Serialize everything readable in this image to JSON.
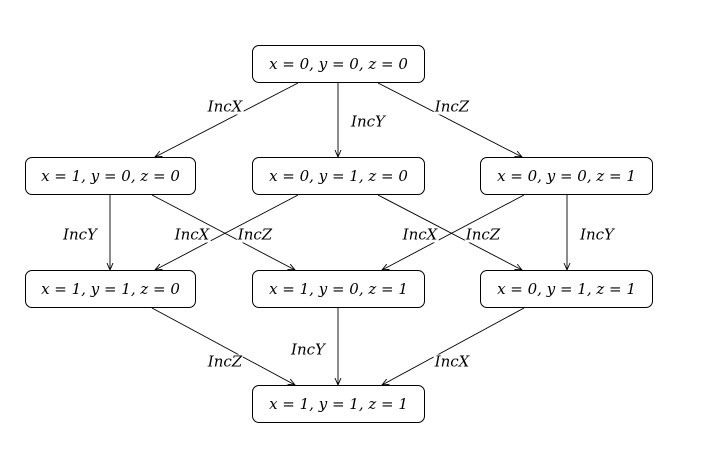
{
  "nodes": [
    {
      "id": "n000",
      "label": "x = 0, y = 0, z = 0"
    },
    {
      "id": "n100",
      "label": "x = 1, y = 0, z = 0"
    },
    {
      "id": "n010",
      "label": "x = 0, y = 1, z = 0"
    },
    {
      "id": "n001",
      "label": "x = 0, y = 0, z = 1"
    },
    {
      "id": "n110",
      "label": "x = 1, y = 1, z = 0"
    },
    {
      "id": "n101",
      "label": "x = 1, y = 0, z = 1"
    },
    {
      "id": "n011",
      "label": "x = 0, y = 1, z = 1"
    },
    {
      "id": "n111",
      "label": "x = 1, y = 1, z = 1"
    }
  ],
  "edges": [
    {
      "from": "n000",
      "to": "n100",
      "label": "IncX"
    },
    {
      "from": "n000",
      "to": "n010",
      "label": "IncY"
    },
    {
      "from": "n000",
      "to": "n001",
      "label": "IncZ"
    },
    {
      "from": "n100",
      "to": "n110",
      "label": "IncY"
    },
    {
      "from": "n100",
      "to": "n101",
      "label": "IncZ"
    },
    {
      "from": "n010",
      "to": "n110",
      "label": "IncX"
    },
    {
      "from": "n010",
      "to": "n011",
      "label": "IncZ"
    },
    {
      "from": "n001",
      "to": "n101",
      "label": "IncX"
    },
    {
      "from": "n001",
      "to": "n011",
      "label": "IncY"
    },
    {
      "from": "n110",
      "to": "n111",
      "label": "IncZ"
    },
    {
      "from": "n101",
      "to": "n111",
      "label": "IncY"
    },
    {
      "from": "n011",
      "to": "n111",
      "label": "IncX"
    }
  ]
}
